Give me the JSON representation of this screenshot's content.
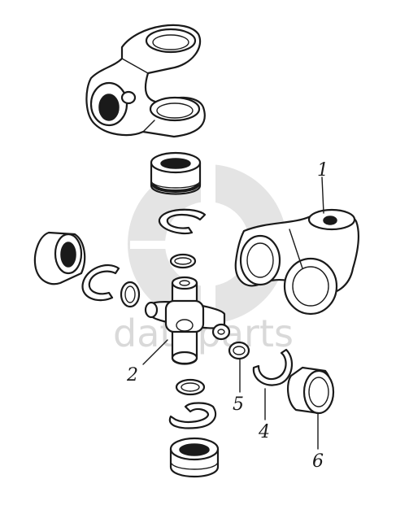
{
  "labels": {
    "part1": "1",
    "part2": "2",
    "part4": "4",
    "part5": "5",
    "part6": "6"
  },
  "watermark": {
    "text": "dataparts",
    "color": "#d9d9d9"
  },
  "colors": {
    "ink": "#1a1a1a",
    "background": "#ffffff"
  }
}
